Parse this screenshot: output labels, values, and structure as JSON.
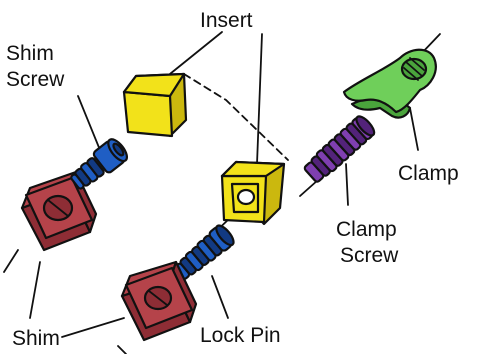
{
  "labels": {
    "insert": "Insert",
    "shim_screw_line1": "Shim",
    "shim_screw_line2": "Screw",
    "clamp": "Clamp",
    "clamp_screw_line1": "Clamp",
    "clamp_screw_line2": "Screw",
    "lock_pin": "Lock Pin",
    "shim": "Shim"
  },
  "colors": {
    "insert": "#f2e21a",
    "insert_shade": "#cbb80e",
    "shim": "#b5434a",
    "shim_shade": "#8e2d35",
    "screw_blue": "#1f5ec4",
    "screw_blue_dark": "#123a82",
    "screw_purple": "#7f3fb0",
    "screw_purple_dark": "#53237a",
    "clamp": "#6fcf5a",
    "clamp_shade": "#4aa43c"
  }
}
